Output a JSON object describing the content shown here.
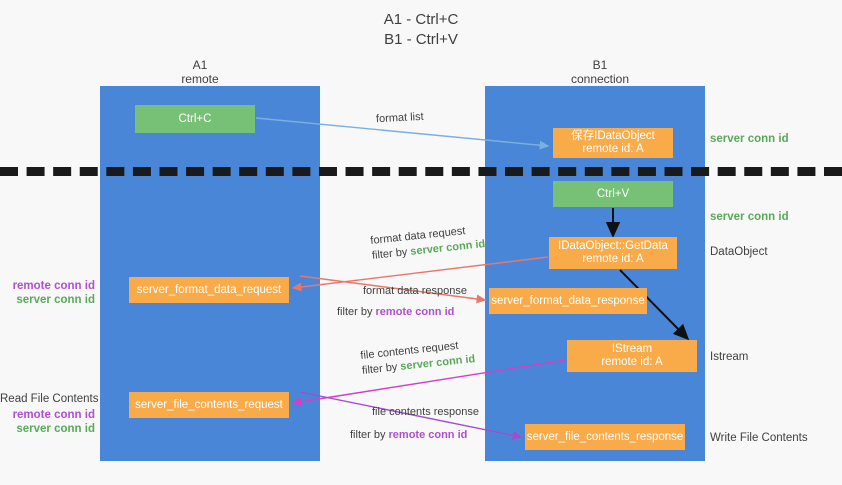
{
  "title": {
    "line1": "A1 - Ctrl+C",
    "line2": "B1 - Ctrl+V"
  },
  "columns": {
    "left": {
      "name": "A1",
      "role": "remote"
    },
    "right": {
      "name": "B1",
      "role": "connection"
    }
  },
  "boxes": {
    "ctrl_c": {
      "label": "Ctrl+C",
      "color": "#77c176"
    },
    "save_idataobject": {
      "line1": "保存IDataObject",
      "line2": "remote id: A",
      "color": "#f9ab4a"
    },
    "ctrl_v": {
      "label": "Ctrl+V",
      "color": "#77c176"
    },
    "getdata": {
      "line1": "IDataObject::GetData",
      "line2": "remote id: A",
      "color": "#f9ab4a"
    },
    "istream": {
      "line1": "IStream",
      "line2": "remote id: A",
      "color": "#f9ab4a"
    },
    "server_format_data_request": {
      "label": "server_format_data_request",
      "color": "#f9ab4a"
    },
    "server_format_data_response": {
      "label": "server_format_data_response",
      "color": "#f9ab4a"
    },
    "server_file_contents_request": {
      "label": "server_file_contents_request",
      "color": "#f9ab4a"
    },
    "server_file_contents_response": {
      "label": "server_file_contents_response",
      "color": "#f9ab4a"
    }
  },
  "annotations": {
    "format_list": "format list",
    "format_data_request": "format data request",
    "format_data_request_filter_prefix": "filter by ",
    "format_data_request_filter_key": "server conn id",
    "format_data_response": "format data response",
    "format_data_response_filter_prefix": "filter by ",
    "format_data_response_filter_key": "remote conn id",
    "file_contents_request": "file contents request",
    "file_contents_request_filter_prefix": "filter by ",
    "file_contents_request_filter_key": "server conn id",
    "file_contents_response": "file contents response",
    "file_contents_response_filter_prefix": "filter by ",
    "file_contents_response_filter_key": "remote conn id"
  },
  "right_labels": {
    "server_conn_id_1": "server conn id",
    "server_conn_id_2": "server conn id",
    "dataobject": "DataObject",
    "istream": "Istream",
    "write_file_contents": "Write File Contents"
  },
  "left_labels": {
    "read_file_contents": "Read File Contents",
    "remote_conn_id_1": "remote conn id",
    "server_conn_id_1": "server conn id",
    "remote_conn_id_2": "remote conn id",
    "server_conn_id_2": "server conn id"
  },
  "colors": {
    "lane": "#4a86d8",
    "green_box": "#77c176",
    "orange_box": "#f9ab4a",
    "green_text": "#5aa95a",
    "purple_text": "#b04fd0",
    "arrow_blue": "#7ab0e0",
    "arrow_red": "#e8776a",
    "arrow_magenta": "#d43fc4",
    "arrow_purple": "#a44bd0",
    "arrow_black": "#101010",
    "background": "#f8f8f8",
    "dash_line": "#1a1a1a"
  }
}
